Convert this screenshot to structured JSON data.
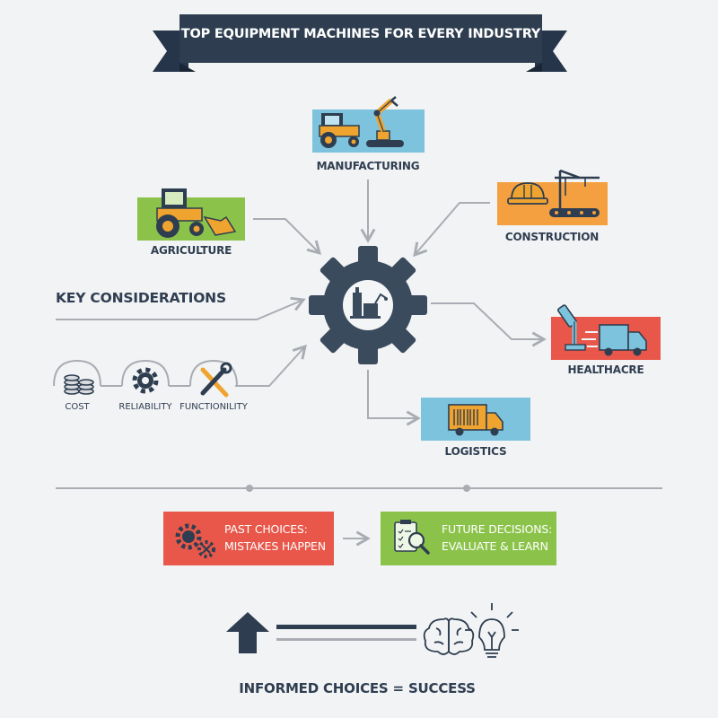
{
  "title": "TOP EQUIPMENT MACHINES FOR EVERY INDUSTRY",
  "industries": {
    "manufacturing": "MANUFACTURING",
    "agriculture": "AGRICULTURE",
    "construction": "CONSTRUCTION",
    "healthcare": "HEALTHACRE",
    "logistics": "LOGISTICS"
  },
  "key_considerations": {
    "heading": "KEY CONSIDERATIONS",
    "items": [
      "COST",
      "RELIABILITY",
      "FUNCTIONILITY"
    ]
  },
  "past": {
    "line1": "PAST CHOICES:",
    "line2": "MISTAKES HAPPEN"
  },
  "future": {
    "line1": "FUTURE DECISIONS:",
    "line2": "EVALUATE & LEARN"
  },
  "footer": "INFORMED CHOICES = SUCCESS",
  "colors": {
    "navy": "#2e3e50",
    "manufacturing": "#7ec3dd",
    "agriculture": "#8bc34a",
    "construction": "#f5a040",
    "healthcare": "#e8574a",
    "logistics": "#7ec3dd",
    "past": "#e8574a",
    "future": "#8bc34a",
    "arrow": "#a9adb3"
  },
  "icons": {
    "gear_center": "factory-gear-icon",
    "manufacturing": [
      "tractor-icon",
      "robot-arm-icon"
    ],
    "agriculture": [
      "tractor-icon",
      "plow-icon"
    ],
    "construction": [
      "hard-hat-icon",
      "crane-icon"
    ],
    "healthcare": [
      "microscope-icon",
      "delivery-truck-icon"
    ],
    "logistics": [
      "cargo-truck-icon"
    ],
    "considerations": [
      "coins-icon",
      "gear-icon",
      "wrench-icon"
    ],
    "past": "broken-gears-icon",
    "future": "checklist-magnifier-icon",
    "bottom": [
      "up-arrow-icon",
      "brain-icon",
      "lightbulb-icon"
    ]
  }
}
